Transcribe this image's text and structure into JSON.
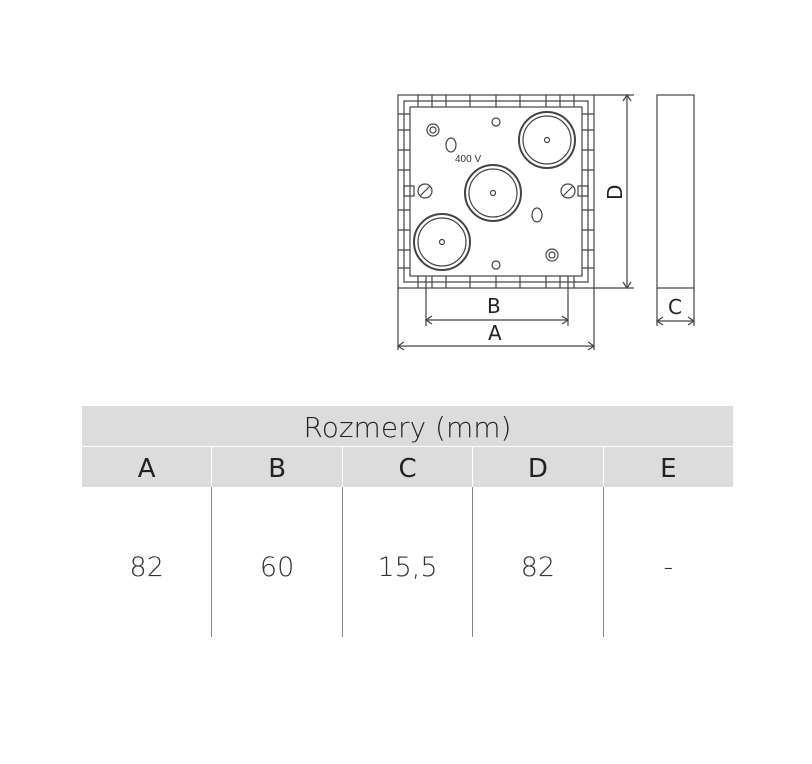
{
  "drawing": {
    "voltage_label": "400 V",
    "dim_labels": {
      "A": "A",
      "B": "B",
      "C": "C",
      "D": "D"
    }
  },
  "table": {
    "title": "Rozmery (mm)",
    "headers": [
      "A",
      "B",
      "C",
      "D",
      "E"
    ],
    "values": [
      "82",
      "60",
      "15,5",
      "82",
      "-"
    ]
  }
}
